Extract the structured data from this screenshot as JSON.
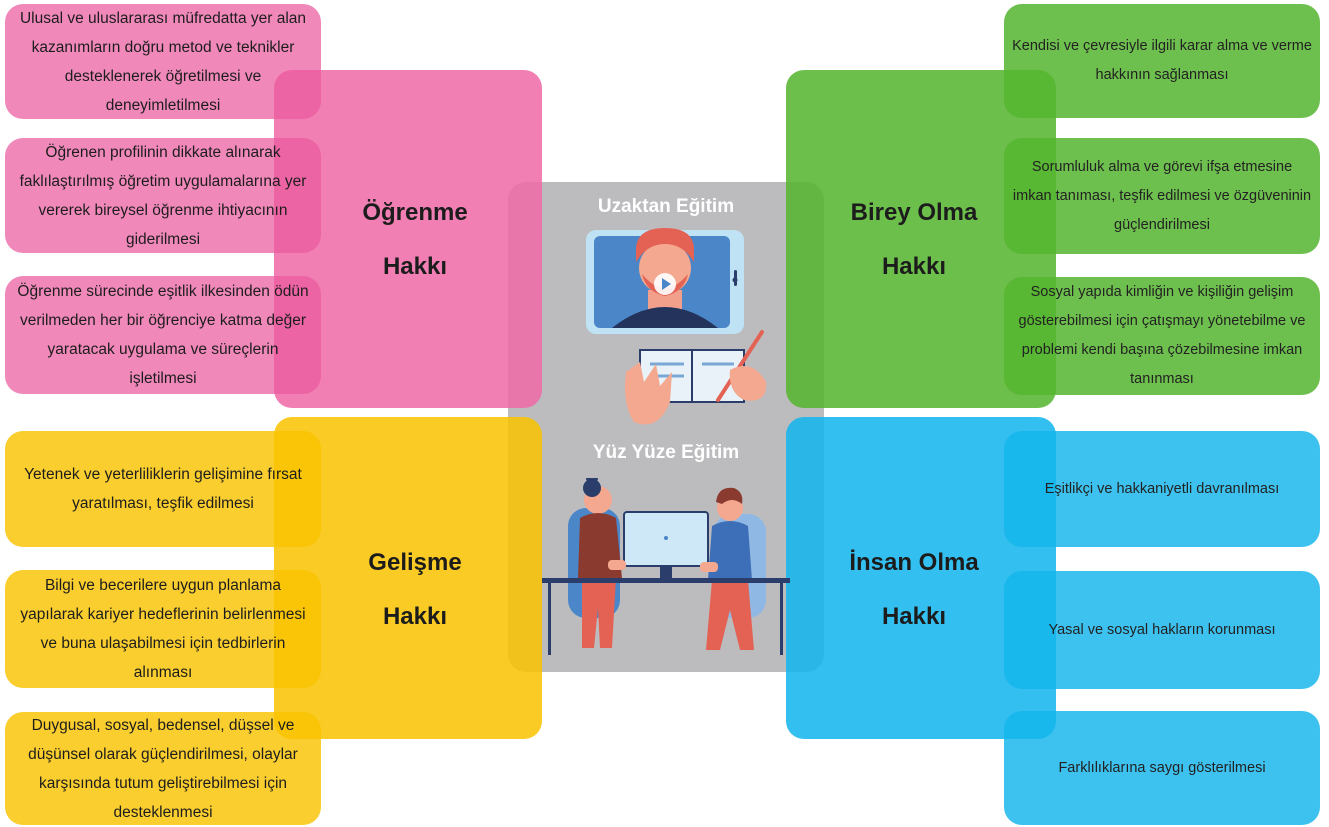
{
  "colors": {
    "pink": "#ef6aa7",
    "green": "#55b52f",
    "yellow": "#f9c300",
    "blue": "#12b4ec",
    "center": "#8f9094"
  },
  "center": {
    "top_title": "Uzaktan Eğitim",
    "bottom_title": "Yüz Yüze Eğitim"
  },
  "quadrants": {
    "ogrenme": {
      "title": "Öğrenme\nHakkı",
      "items": [
        "Ulusal ve uluslararası müfredatta yer alan kazanımların doğru metod ve teknikler desteklenerek öğretilmesi ve deneyimletilmesi",
        "Öğrenen profilinin dikkate alınarak faklılaştırılmış öğretim uygulamalarına yer vererek bireysel öğrenme ihtiyacının giderilmesi",
        "Öğrenme sürecinde eşitlik ilkesinden ödün verilmeden her bir öğrenciye katma değer yaratacak uygulama ve süreçlerin işletilmesi"
      ]
    },
    "birey": {
      "title": "Birey Olma\nHakkı",
      "items": [
        "Kendisi ve çevresiyle ilgili karar alma ve verme hakkının sağlanması",
        "Sorumluluk alma ve görevi ifşa etmesine imkan tanıması, teşfik edilmesi ve özgüveninin güçlendirilmesi",
        "Sosyal yapıda kimliğin ve kişiliğin gelişim gösterebilmesi için çatışmayı yönetebilme ve problemi kendi başına çözebilmesine imkan tanınması"
      ]
    },
    "gelisme": {
      "title": "Gelişme\nHakkı",
      "items": [
        "Yetenek ve yeterliliklerin gelişimine fırsat yaratılması, teşfik edilmesi",
        "Bilgi ve becerilere uygun planlama yapılarak kariyer hedeflerinin belirlenmesi ve buna ulaşabilmesi için tedbirlerin alınması",
        "Duygusal, sosyal, bedensel, düşsel ve düşünsel olarak güçlendirilmesi, olaylar karşısında tutum geliştirebilmesi için desteklenmesi"
      ]
    },
    "insan": {
      "title": "İnsan Olma\nHakkı",
      "items": [
        "Eşitlikçi ve hakkaniyetli davranılması",
        "Yasal ve sosyal hakların korunması",
        "Farklılıklarına saygı gösterilmesi"
      ]
    }
  }
}
